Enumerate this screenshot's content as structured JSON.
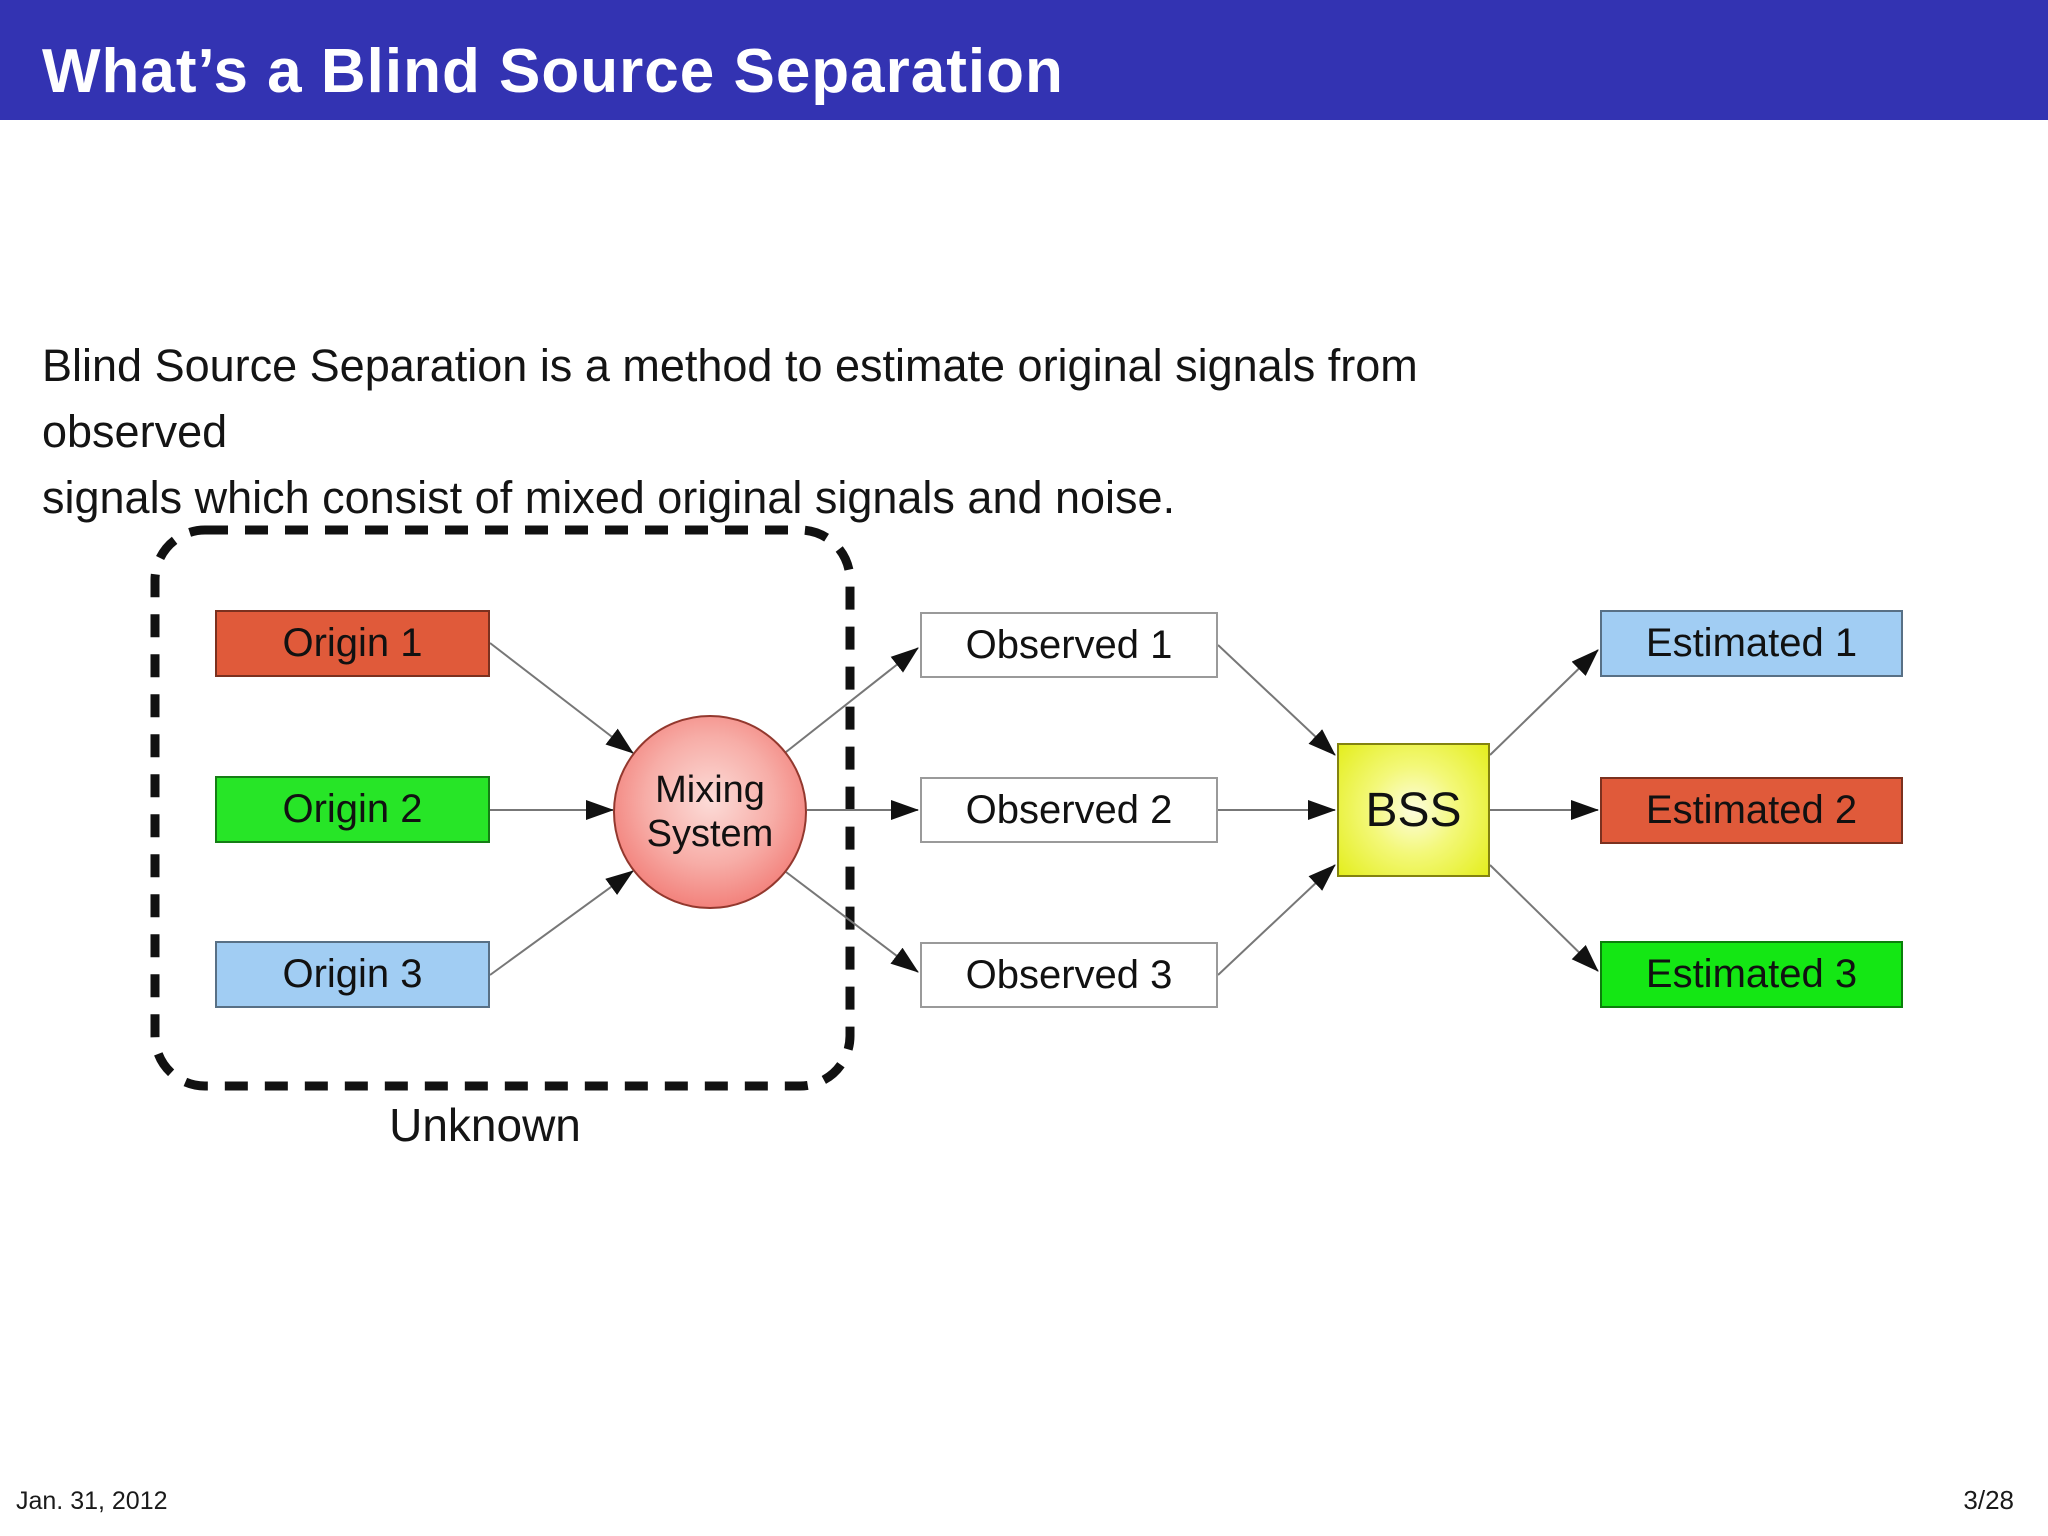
{
  "slide": {
    "title": "What’s a Blind Source Separation",
    "body_line1": "Blind Source Separation is a method to estimate original signals from observed",
    "body_line2": "signals which consist of mixed original signals and noise.",
    "footer_date": "Jan. 31, 2012",
    "footer_page": "3/28"
  },
  "diagram": {
    "unknown_label": "Unknown",
    "mixing_system": {
      "label_line1": "Mixing",
      "label_line2": "System"
    },
    "bss_label": "BSS",
    "origins": [
      {
        "label": "Origin 1",
        "color": "#e05a3a"
      },
      {
        "label": "Origin 2",
        "color": "#27e527"
      },
      {
        "label": "Origin 3",
        "color": "#a1cdf3"
      }
    ],
    "observed": [
      {
        "label": "Observed 1"
      },
      {
        "label": "Observed 2"
      },
      {
        "label": "Observed 3"
      }
    ],
    "estimated": [
      {
        "label": "Estimated 1",
        "color": "#a1cdf3"
      },
      {
        "label": "Estimated 2",
        "color": "#e05a3a"
      },
      {
        "label": "Estimated 3",
        "color": "#14e714"
      }
    ]
  },
  "colors": {
    "title_bar": "#3333b2",
    "title_text": "#ffffff",
    "mixing_fill": "#ef5e58",
    "bss_fill": "#e4ee1e",
    "wire_gray": "#777777",
    "arrow_black": "#111111",
    "dashed_border": "#111111"
  }
}
